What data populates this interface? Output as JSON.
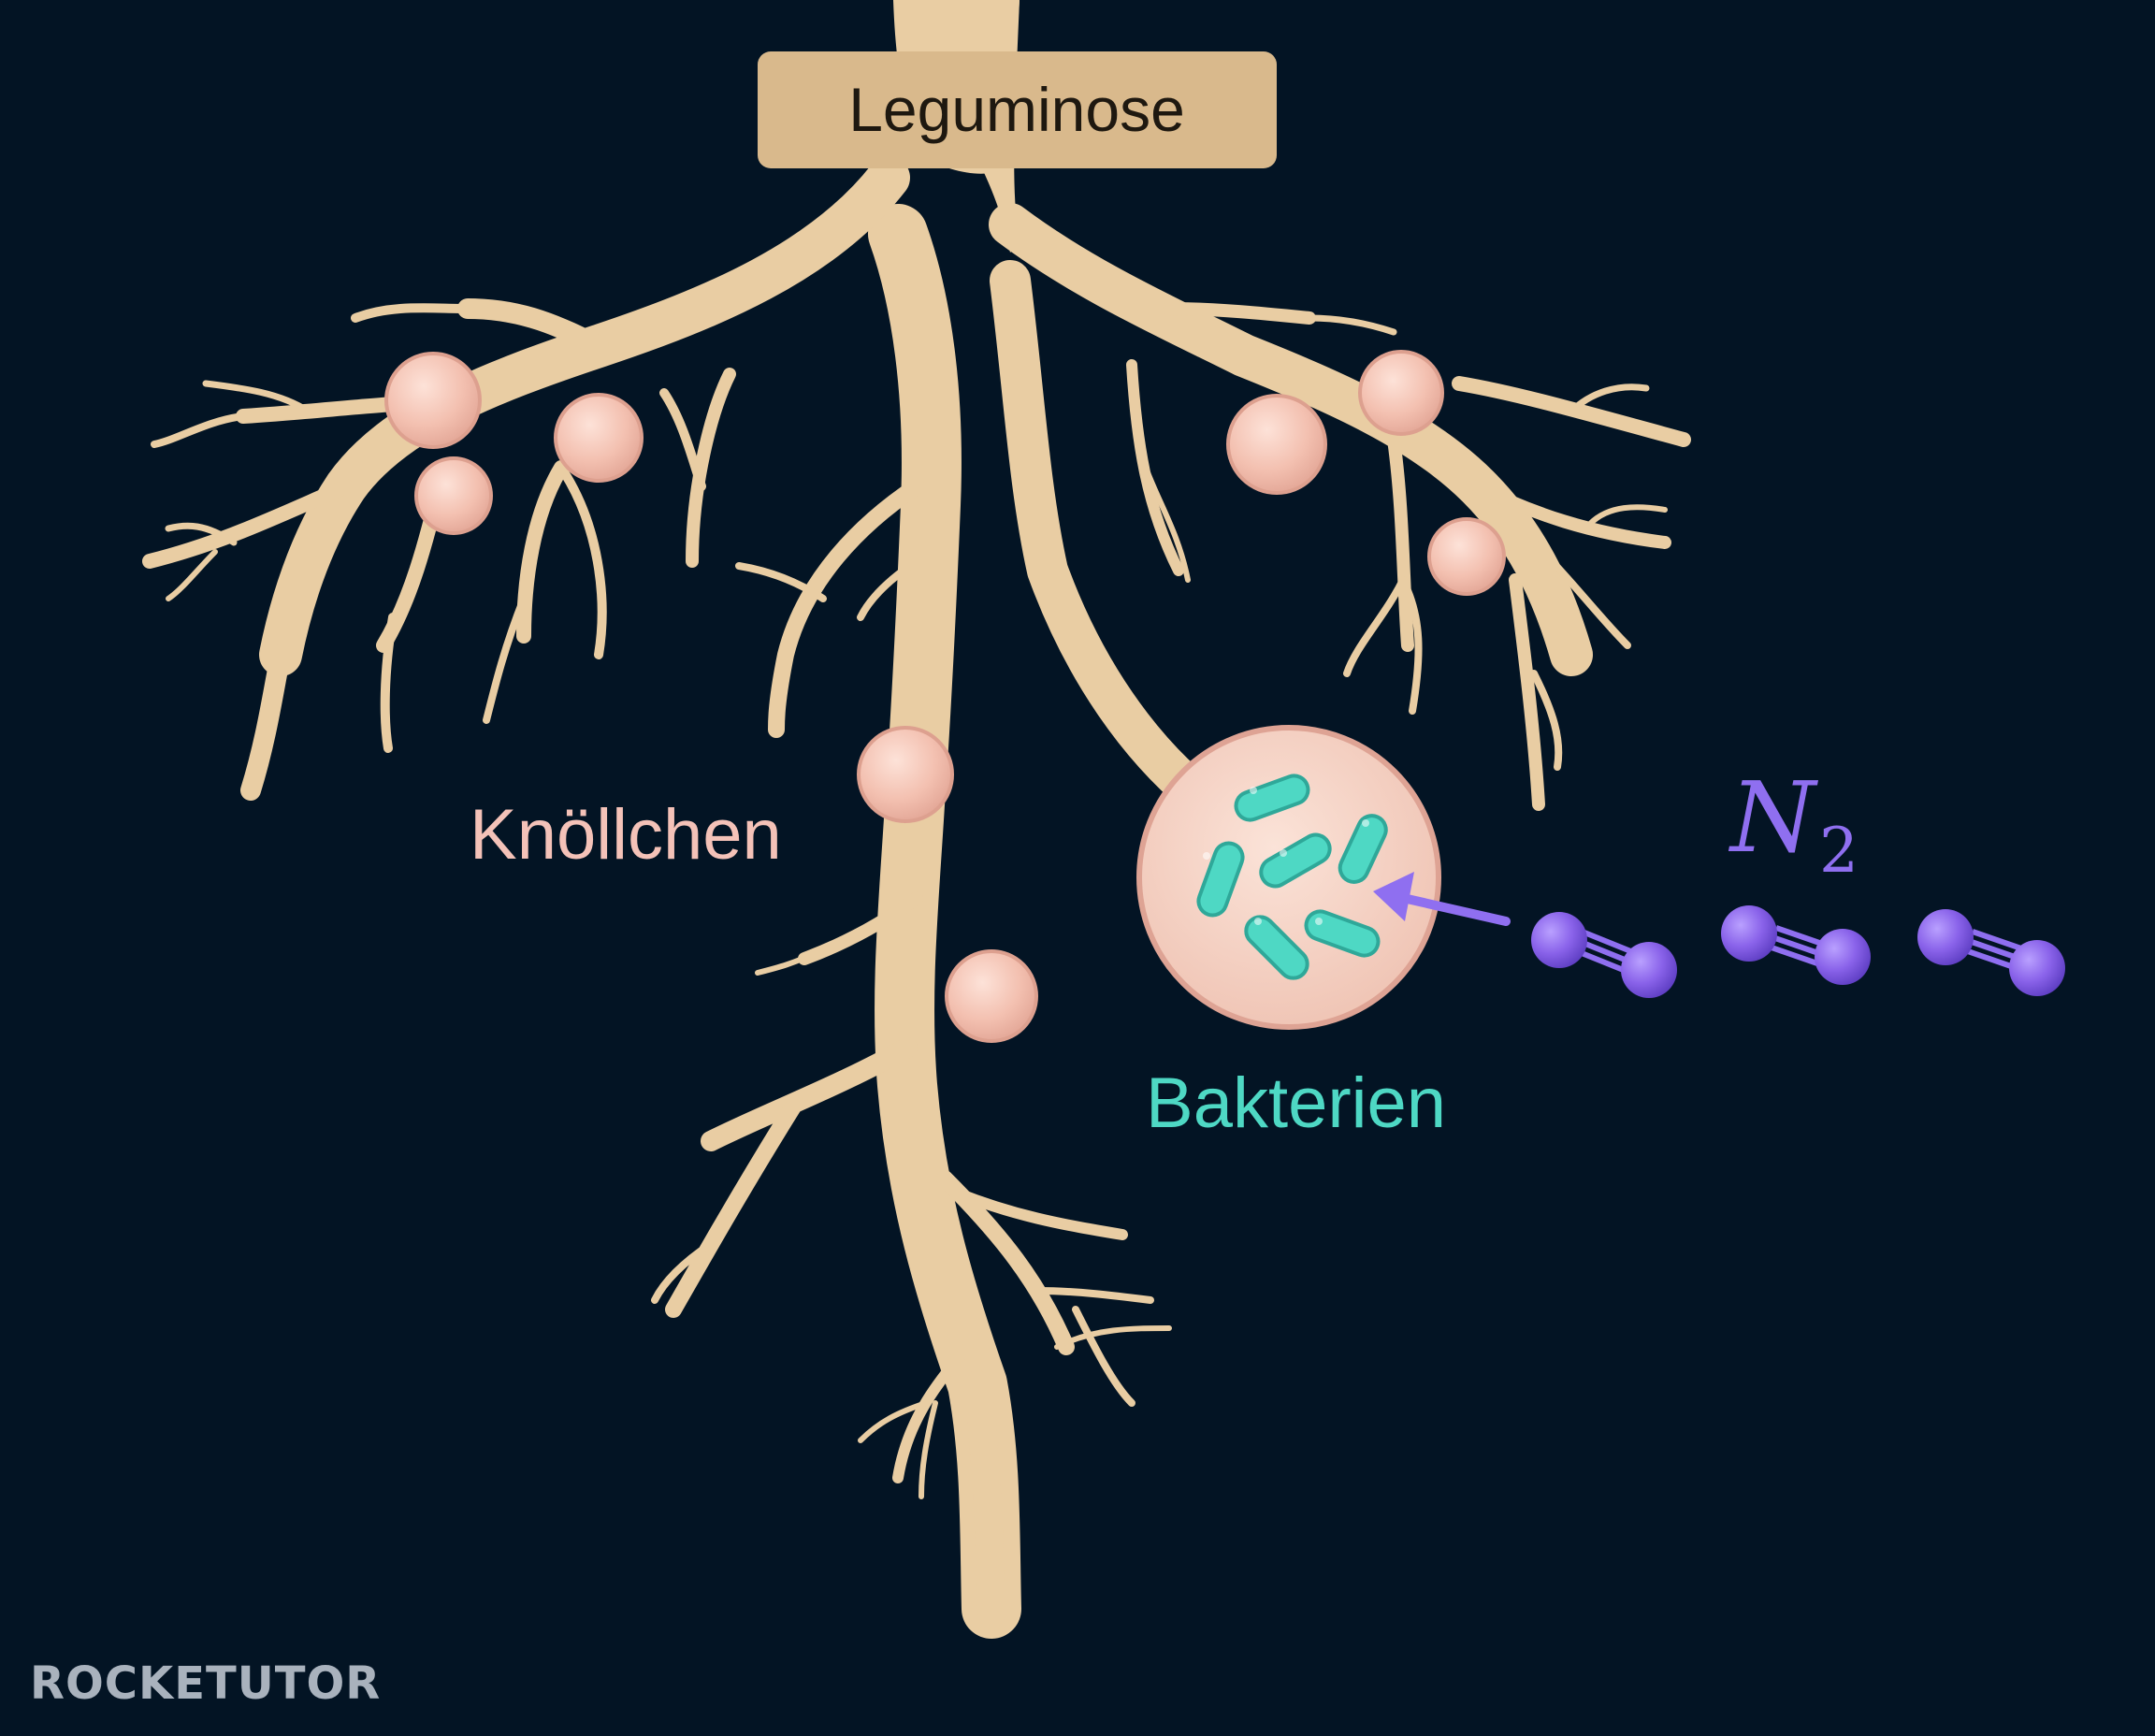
{
  "labels": {
    "plant": "Leguminose",
    "nodules": "Knöllchen",
    "bacteria": "Bakterien",
    "nitrogen": {
      "symbol": "N",
      "subscript": "2"
    }
  },
  "watermark": "ROCKETUTOR",
  "colors": {
    "background": "#031424",
    "root": "#e9cda3",
    "root_outline": "#c9a77a",
    "nodule": "#f5c7b8",
    "bacteria": "#4ed8c4",
    "nitrogen": "#8f6ff0",
    "label_box": "#d9b98c"
  },
  "icons": [
    "root-system-icon",
    "nodule-icon",
    "bacteria-icon",
    "n2-molecule-icon",
    "arrow-icon"
  ]
}
